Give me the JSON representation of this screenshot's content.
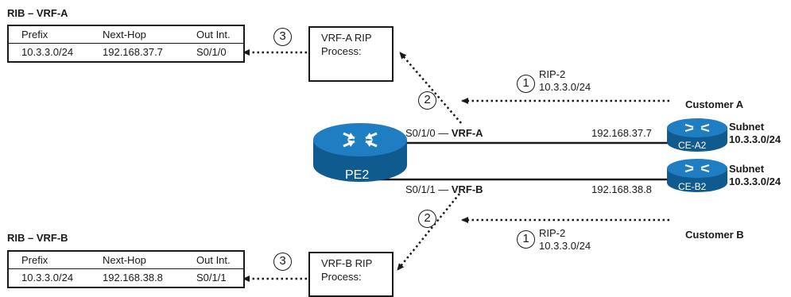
{
  "rib_a": {
    "title": "RIB – VRF-A",
    "headers": [
      "Prefix",
      "Next-Hop",
      "Out Int."
    ],
    "row": [
      "10.3.3.0/24",
      "192.168.37.7",
      "S0/1/0"
    ]
  },
  "rib_b": {
    "title": "RIB – VRF-B",
    "headers": [
      "Prefix",
      "Next-Hop",
      "Out Int."
    ],
    "row": [
      "10.3.3.0/24",
      "192.168.38.8",
      "S0/1/1"
    ]
  },
  "process_a": {
    "line1": "VRF-A RIP",
    "line2": "Process:"
  },
  "process_b": {
    "line1": "VRF-B RIP",
    "line2": "Process:"
  },
  "steps": {
    "one": "1",
    "two": "2",
    "three": "3"
  },
  "rip_update_a": {
    "protocol": "RIP-2",
    "prefix": "10.3.3.0/24"
  },
  "rip_update_b": {
    "protocol": "RIP-2",
    "prefix": "10.3.3.0/24"
  },
  "customer_a": "Customer A",
  "customer_b": "Customer B",
  "pe": {
    "name": "PE2"
  },
  "link_a": {
    "interface": "S0/1/0 —",
    "vrf": "VRF-A",
    "next_hop": "192.168.37.7"
  },
  "link_b": {
    "interface": "S0/1/1 —",
    "vrf": "VRF-B",
    "next_hop": "192.168.38.8"
  },
  "ce_a": {
    "name": "CE-A2",
    "subnet_label": "Subnet",
    "subnet": "10.3.3.0/24"
  },
  "ce_b": {
    "name": "CE-B2",
    "subnet_label": "Subnet",
    "subnet": "10.3.3.0/24"
  },
  "colors": {
    "router_blue": "#1f7ec2",
    "router_dark": "#0f5a8e",
    "line": "#1a1a1a"
  }
}
